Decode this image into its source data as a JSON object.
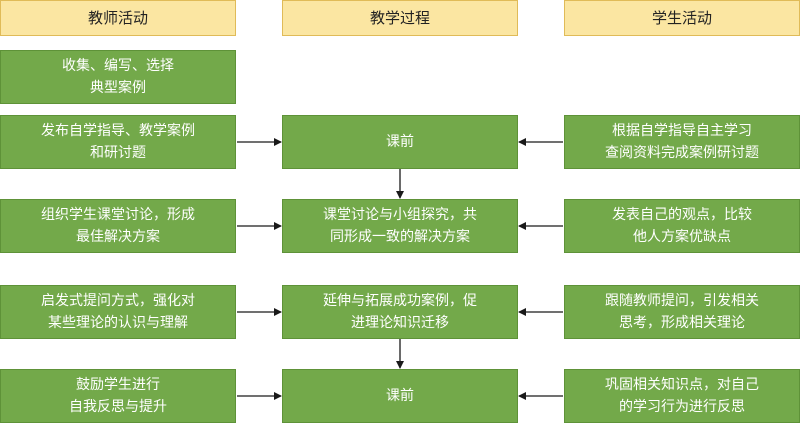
{
  "headers": {
    "teacher": "教师活动",
    "process": "教学过程",
    "student": "学生活动"
  },
  "teacher": [
    "收集、编写、选择\n典型案例",
    "发布自学指导、教学案例\n和研讨题",
    "组织学生课堂讨论，形成\n最佳解决方案",
    "启发式提问方式，强化对\n某些理论的认识与理解",
    "鼓励学生进行\n自我反思与提升"
  ],
  "process": [
    "课前",
    "课堂讨论与小组探究，共\n同形成一致的解决方案",
    "延伸与拓展成功案例，促\n进理论知识迁移",
    "课前"
  ],
  "student": [
    "根据自学指导自主学习\n查阅资料完成案例研讨题",
    "发表自己的观点，比较\n他人方案优缺点",
    "跟随教师提问，引发相关\n思考，形成相关理论",
    "巩固相关知识点，对自己\n的学习行为进行反思"
  ]
}
